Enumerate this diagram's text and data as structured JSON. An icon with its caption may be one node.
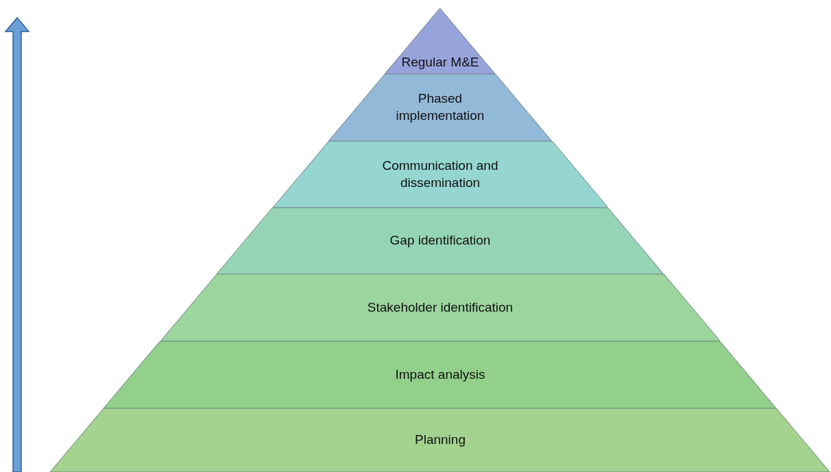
{
  "diagram": {
    "nodes": [
      {
        "text": [
          "Regular M&E"
        ]
      },
      {
        "text": [
          "Phased implementation"
        ]
      },
      {
        "text": [
          "Communication and dissemination"
        ]
      },
      {
        "text": [
          "Gap identification"
        ]
      },
      {
        "text": [
          "Stakeholder identification"
        ]
      },
      {
        "text": [
          "Impact analysis"
        ]
      },
      {
        "text": [
          "Planning"
        ]
      }
    ]
  }
}
